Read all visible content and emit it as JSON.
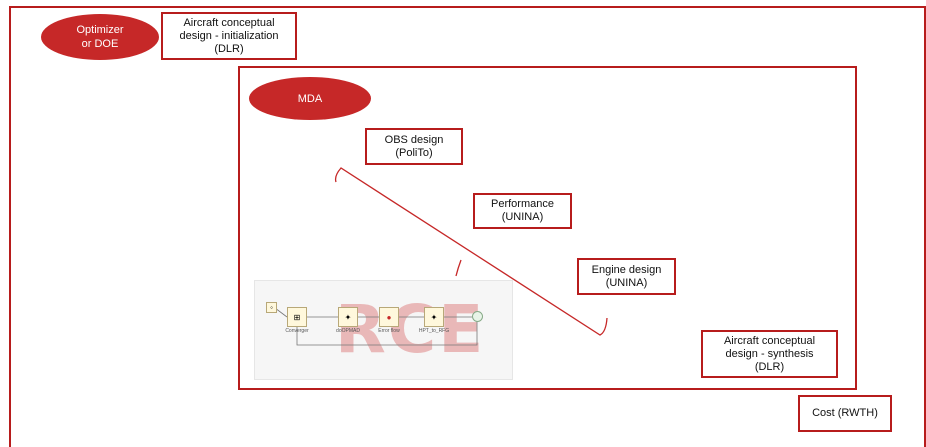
{
  "optimizer": {
    "label": "Optimizer\nor DOE"
  },
  "mda": {
    "label": "MDA"
  },
  "boxes": {
    "init": "Aircraft conceptual\ndesign - initialization\n(DLR)",
    "obs": "OBS design\n(PoliTo)",
    "performance": "Performance\n(UNINA)",
    "engine": "Engine design\n(UNINA)",
    "synthesis": "Aircraft conceptual\ndesign - synthesis\n(DLR)",
    "cost": "Cost (RWTH)"
  },
  "workflow": {
    "watermark": "RCE",
    "labels": [
      "Converger",
      "doOPMAD",
      "Error flow",
      "HPT_to_RFG"
    ]
  },
  "colors": {
    "accent": "#b71c1c",
    "ellipse": "#c62828"
  }
}
